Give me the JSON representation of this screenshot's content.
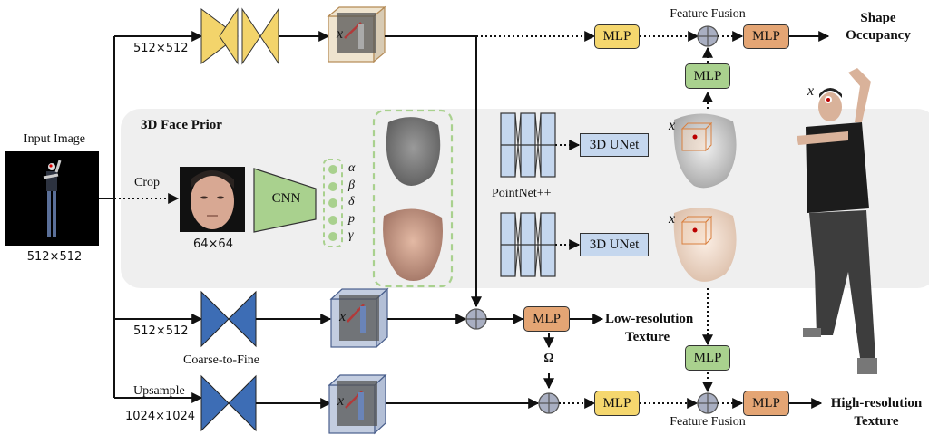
{
  "colors": {
    "encoder_yellow": "#f3d46b",
    "encoder_blue": "#3d6db5",
    "mlp_yellow": "#f5d76e",
    "mlp_orange": "#e4a574",
    "mlp_green": "#a9d18e",
    "cnn_green": "#a9d18e",
    "unet_blue": "#c5d7ee",
    "fusion_gray": "#a9afc2",
    "prior_panel": "#efefef",
    "dashed_green": "#a9d18e"
  },
  "input": {
    "title": "Input Image",
    "size": "512×512"
  },
  "top_branch": {
    "size": "512×512",
    "mlp1": "MLP",
    "fusion_label": "Feature Fusion",
    "mlp2": "MLP",
    "mlp_face": "MLP",
    "output_line1": "Shape",
    "output_line2": "Occupancy"
  },
  "face_prior": {
    "title": "3D Face Prior",
    "crop_label": "Crop",
    "crop_size": "64×64",
    "cnn_label": "CNN",
    "params": [
      "α",
      "β",
      "δ",
      "p",
      "γ"
    ],
    "pointnet_label": "PointNet++",
    "unet1": "3D UNet",
    "unet2": "3D UNet",
    "point_symbol": "x"
  },
  "mid_branch": {
    "size": "512×512",
    "encoder_label": "Coarse-to-Fine",
    "mlp": "MLP",
    "output_line1": "Low-resolution",
    "output_line2": "Texture",
    "omega": "Ω"
  },
  "bottom_branch": {
    "upsample_label": "Upsample",
    "size": "1024×1024",
    "mlp1": "MLP",
    "mlp_face": "MLP",
    "fusion_label": "Feature Fusion",
    "mlp2": "MLP",
    "output_line1": "High-resolution",
    "output_line2": "Texture"
  },
  "volume_symbol": "x",
  "result_symbol": "x"
}
